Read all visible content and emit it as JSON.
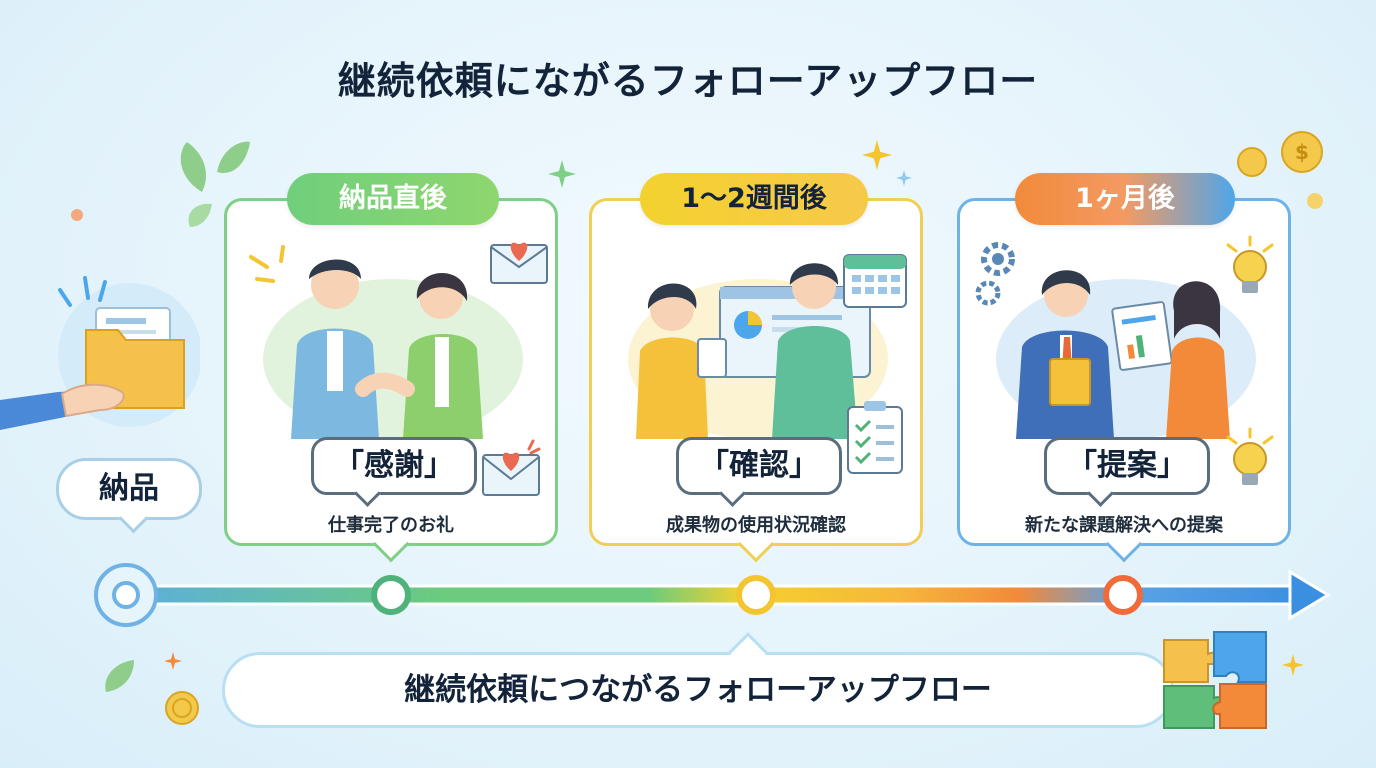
{
  "title": "継続依頼にながるフォローアップフロー",
  "start": {
    "label": "納品"
  },
  "steps": [
    {
      "timing": "納品直後",
      "keyword": "「感謝」",
      "description": "仕事完了のお礼",
      "color": "#7fcf86"
    },
    {
      "timing": "1〜2週間後",
      "keyword": "「確認」",
      "description": "成果物の使用状況確認",
      "color": "#f1cf55"
    },
    {
      "timing": "1ヶ月後",
      "keyword": "「提案」",
      "description": "新たな課題解決への提案",
      "color": "#6fb2e6"
    }
  ],
  "footer": {
    "text": "継続依頼につながるフォローアップフロー"
  },
  "icons": [
    "folder-icon",
    "handshake-icon",
    "envelope-heart-icon",
    "calendar-icon",
    "checklist-icon",
    "gear-icon",
    "lightbulb-icon",
    "coin-icon",
    "puzzle-icon",
    "leaf-icon",
    "sparkle-icon"
  ]
}
